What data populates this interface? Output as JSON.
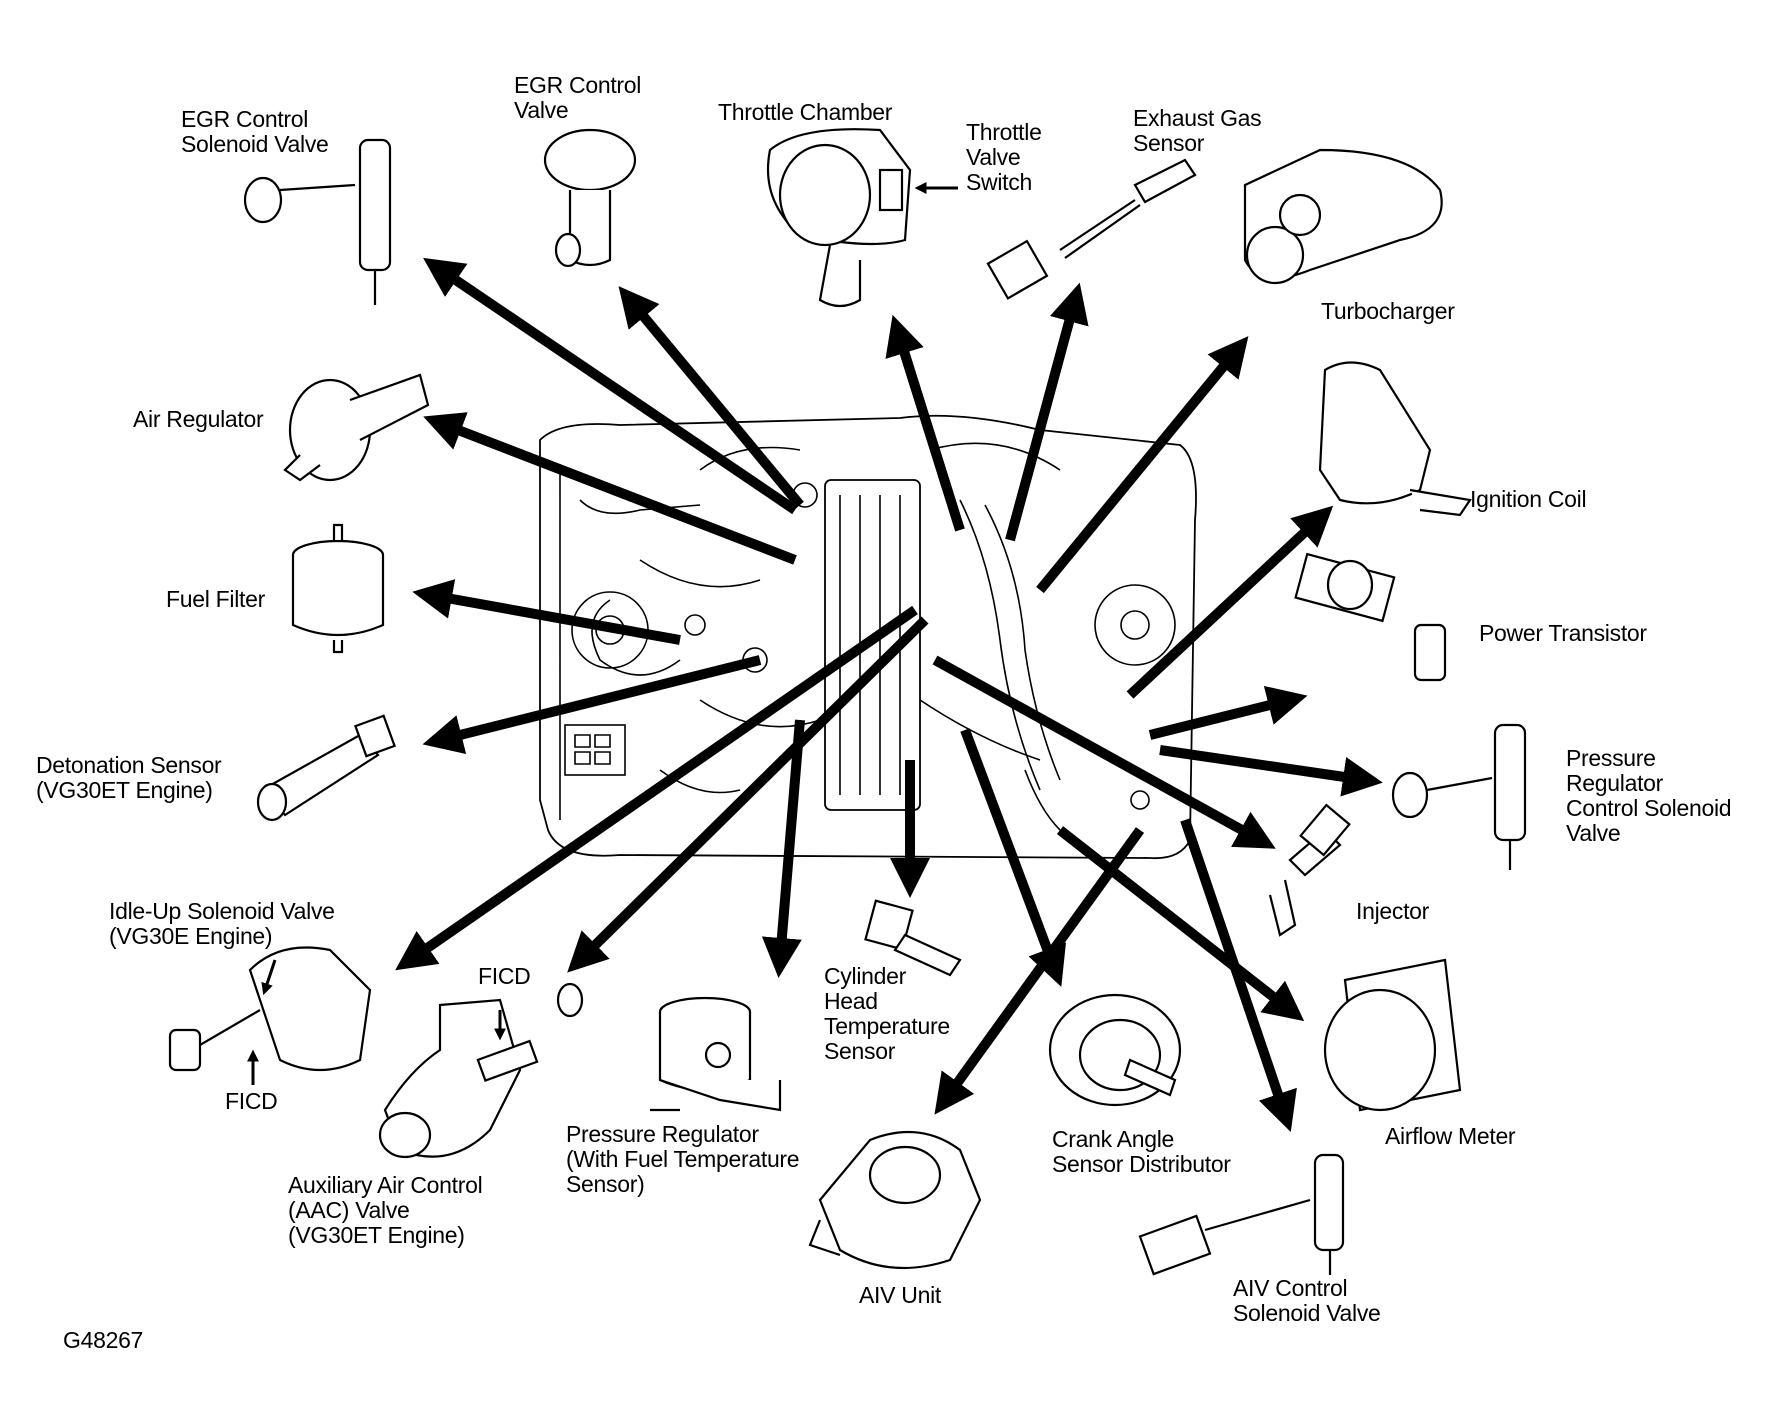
{
  "figure_id": "G48267",
  "labels": {
    "egr_control_solenoid_valve": "EGR Control\nSolenoid Valve",
    "egr_control_valve": "EGR Control\nValve",
    "throttle_chamber": "Throttle Chamber",
    "throttle_valve_switch": "Throttle\nValve\nSwitch",
    "exhaust_gas_sensor": "Exhaust Gas\nSensor",
    "turbocharger": "Turbocharger",
    "air_regulator": "Air Regulator",
    "ignition_coil": "Ignition Coil",
    "fuel_filter": "Fuel Filter",
    "power_transistor": "Power Transistor",
    "detonation_sensor": "Detonation Sensor\n(VG30ET Engine)",
    "pressure_regulator_control_solenoid_valve": "Pressure\nRegulator\nControl Solenoid\nValve",
    "injector": "Injector",
    "idle_up_solenoid_valve": "Idle-Up Solenoid Valve\n(VG30E Engine)",
    "ficd_top": "FICD",
    "ficd_bottom": "FICD",
    "cylinder_head_temperature_sensor": "Cylinder\nHead\nTemperature\nSensor",
    "airflow_meter": "Airflow Meter",
    "pressure_regulator": "Pressure Regulator\n(With Fuel Temperature\nSensor)",
    "crank_angle_sensor_distributor": "Crank Angle\nSensor Distributor",
    "auxiliary_air_control_valve": "Auxiliary Air Control\n(AAC) Valve\n(VG30ET Engine)",
    "aiv_unit": "AIV Unit",
    "aiv_control_solenoid_valve": "AIV Control\nSolenoid Valve"
  }
}
